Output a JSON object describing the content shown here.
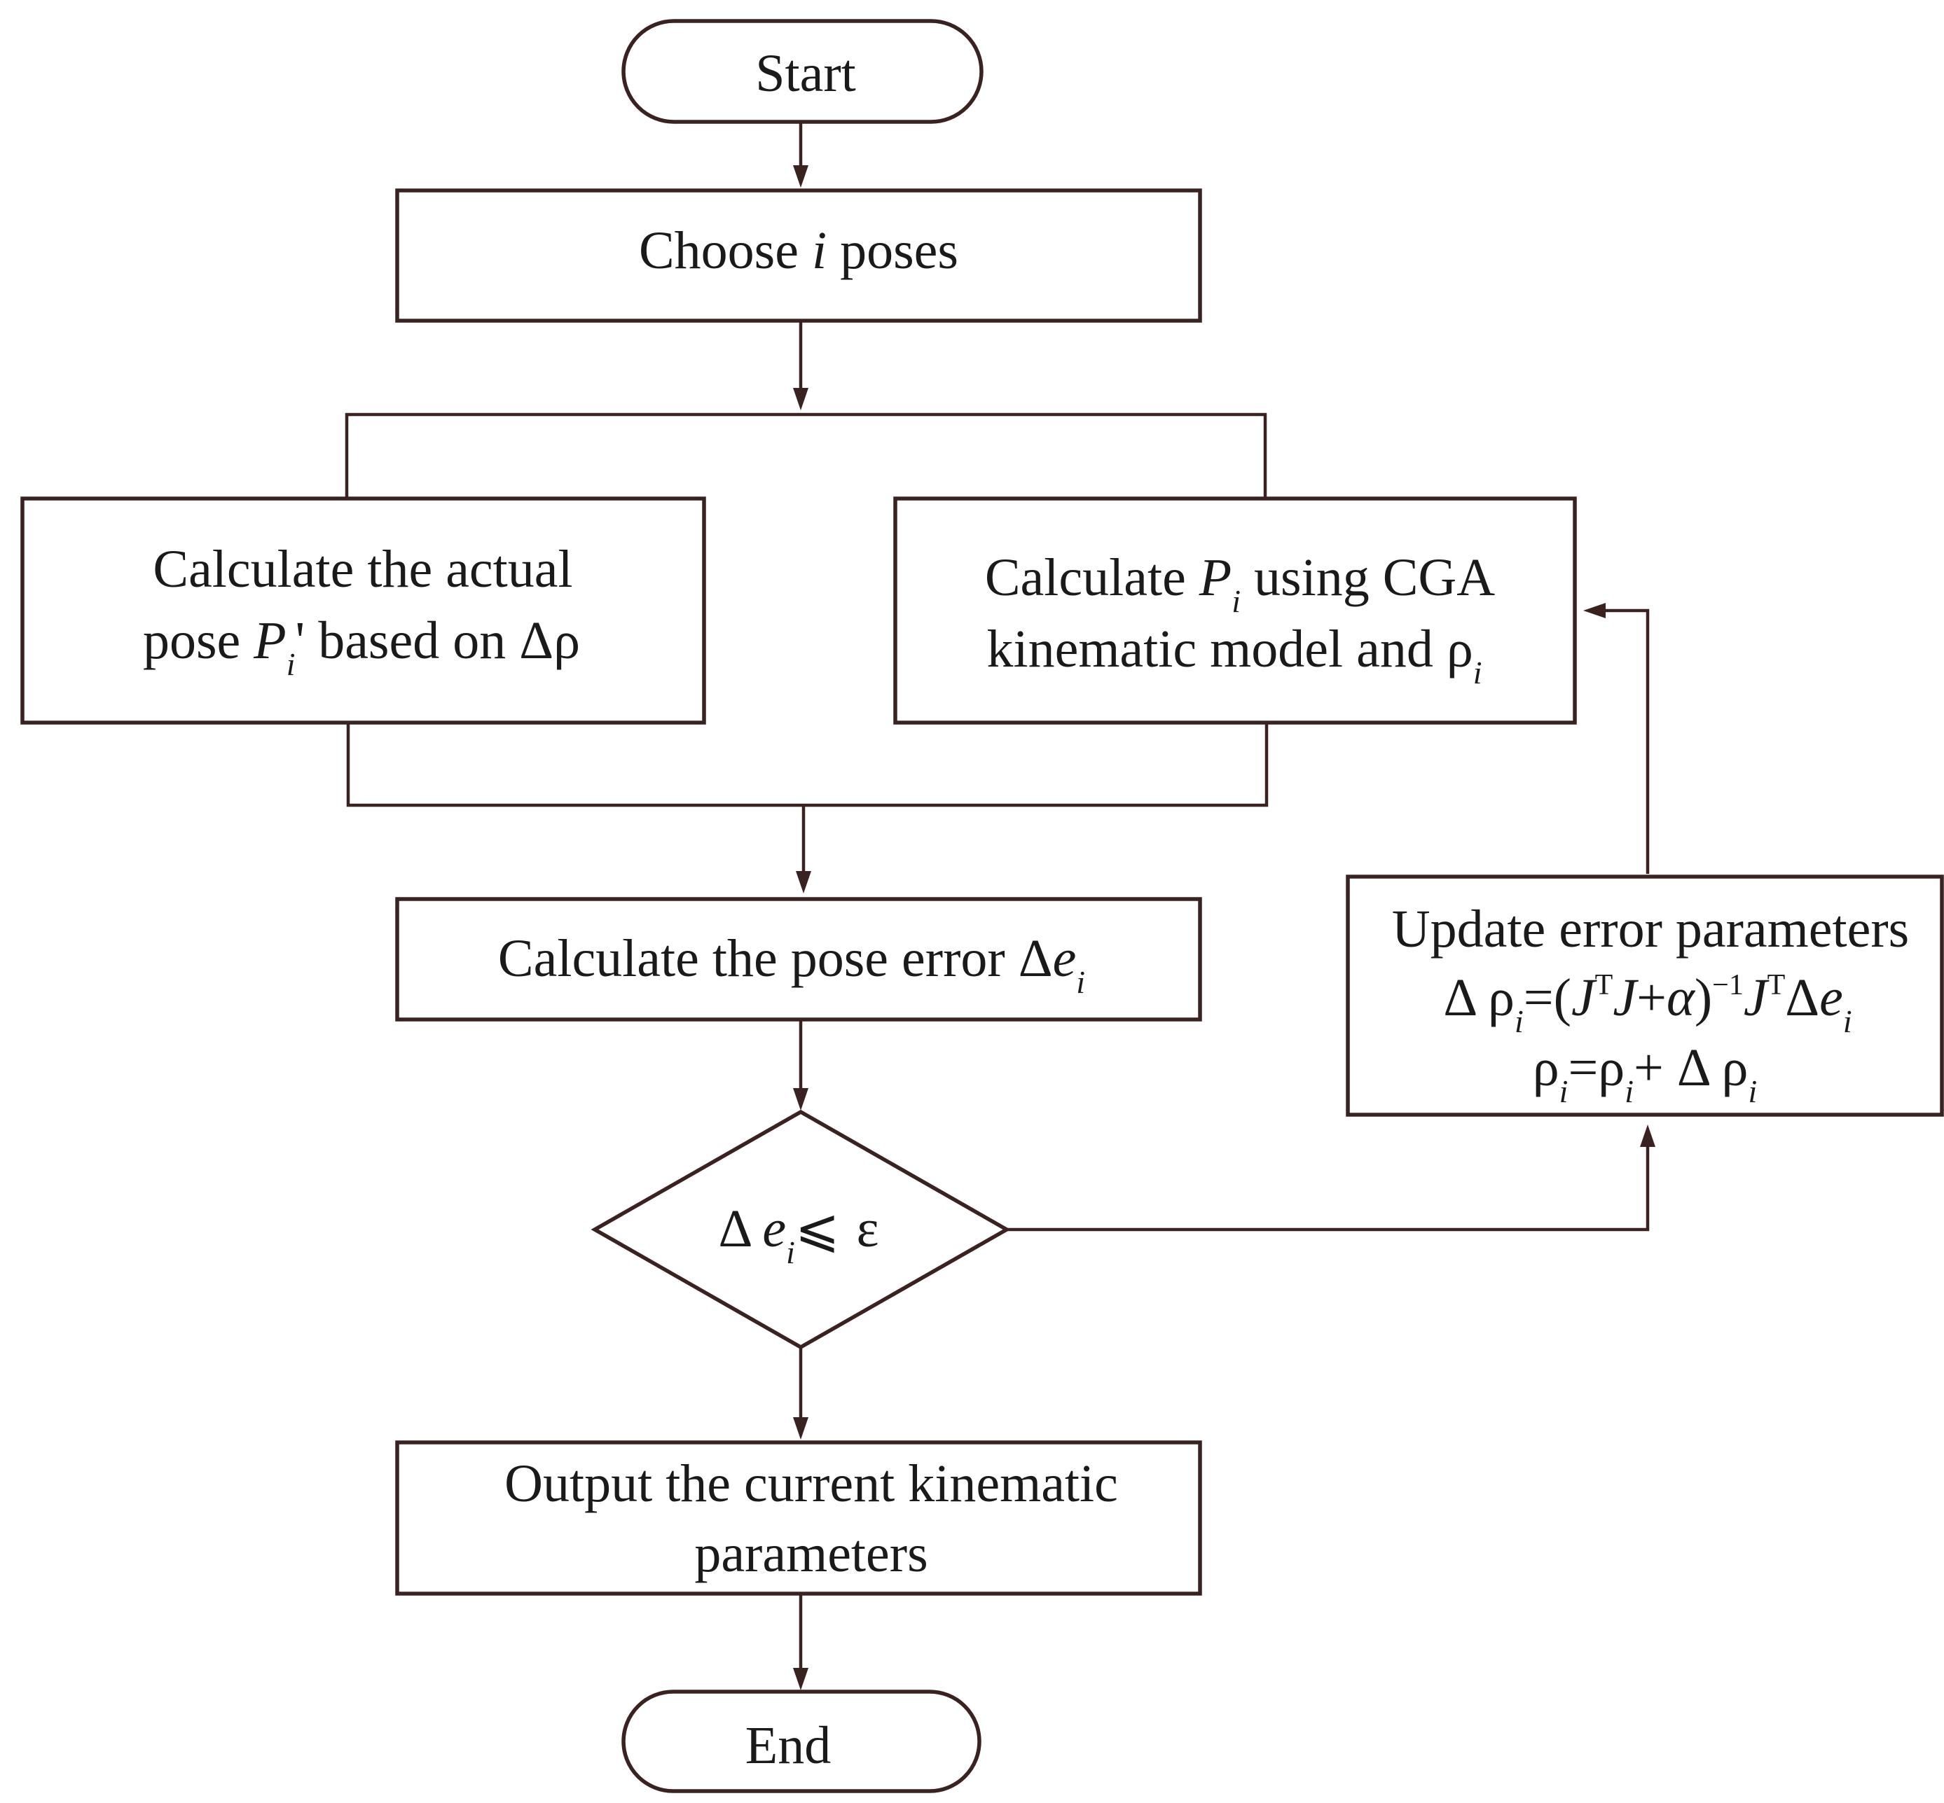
{
  "colors": {
    "stroke": "#3a2220",
    "text": "#1a1a1a",
    "background": "#ffffff"
  },
  "start": {
    "label": "Start"
  },
  "choose": {
    "pre": "Choose ",
    "var": "i",
    "post": " poses"
  },
  "actual": {
    "line1": "Calculate the actual",
    "pre": "pose ",
    "var": "P",
    "sub": "i",
    "prime": "'",
    "post": " based on Δρ"
  },
  "cga": {
    "pre": "Calculate ",
    "var": "P",
    "sub": "i",
    "post": " using CGA",
    "line2": "kinematic model and ρ",
    "line2_sub": "i"
  },
  "pose_error": {
    "text": "Calculate the pose error Δ",
    "var": "e",
    "sub": "i"
  },
  "decision": {
    "delta": "Δ",
    "var": "e",
    "sub": "i",
    "rel": "⩽",
    "eps": "ε"
  },
  "update": {
    "title": "Update error parameters",
    "f1": {
      "lhs": "Δ ρ",
      "lhs_sub": "i",
      "eq": "=(",
      "j1": "J",
      "t1": "T",
      "j2": "J",
      "plus": "+",
      "alpha": "α",
      "close": ")",
      "inv": "−1",
      "j3": "J",
      "t2": "T",
      "delta": "Δ",
      "e": "e",
      "e_sub": "i"
    },
    "f2": {
      "rho": "ρ",
      "sub1": "i",
      "eq": "=ρ",
      "sub2": "i",
      "plus": "+ Δ ρ",
      "sub3": "i"
    }
  },
  "output": {
    "line1": "Output the current kinematic",
    "line2": "parameters"
  },
  "end": {
    "label": "End"
  }
}
